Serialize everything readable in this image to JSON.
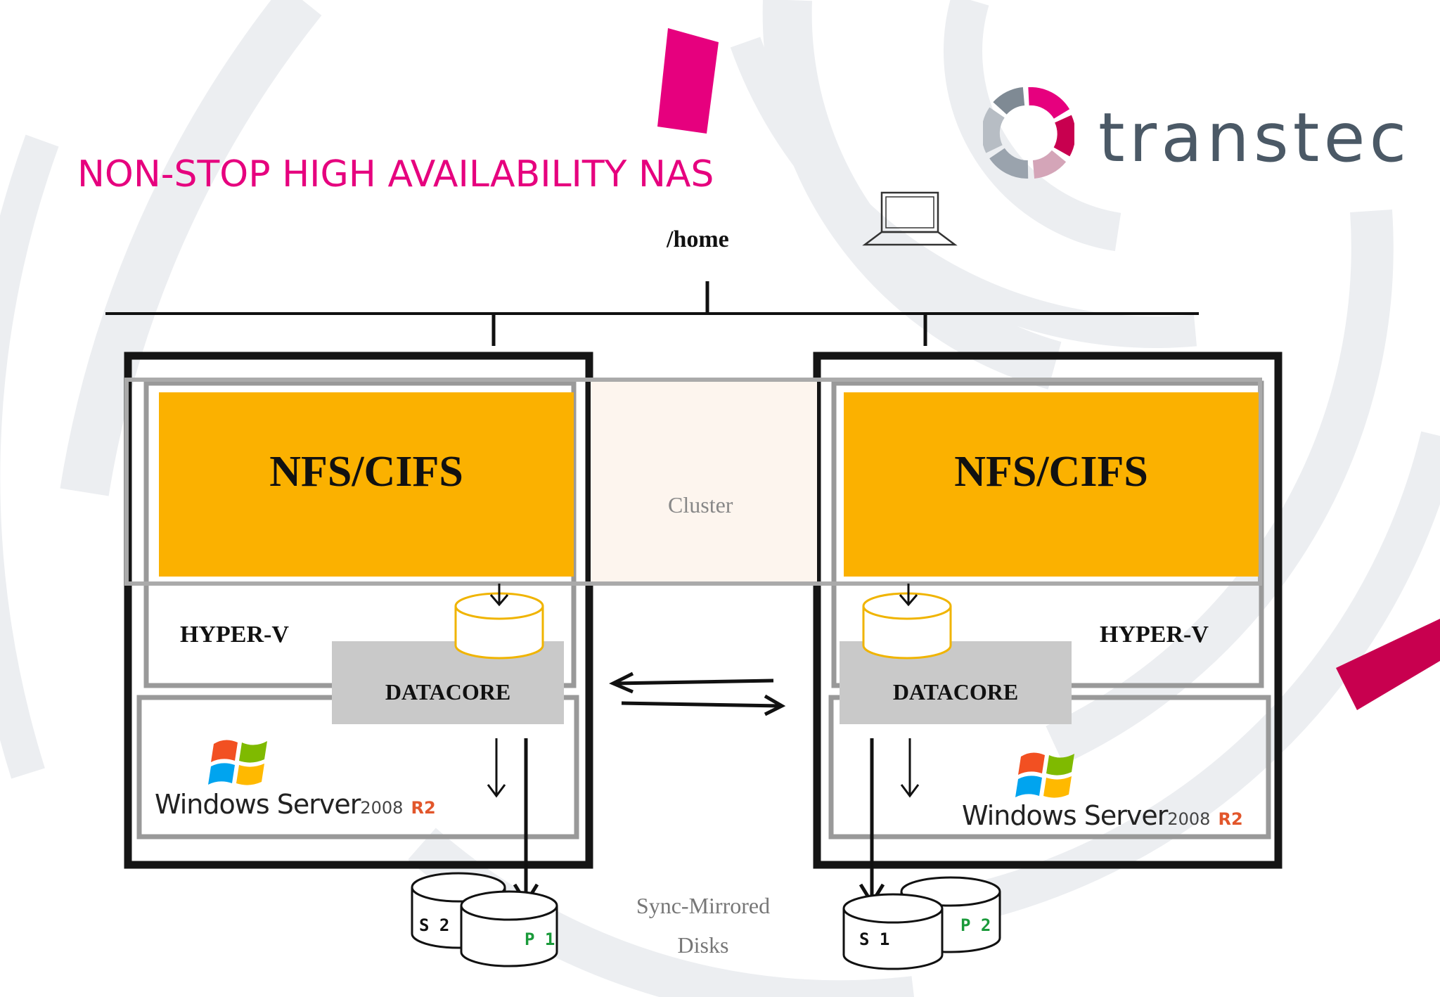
{
  "slide": {
    "title": "NON-STOP HIGH AVAILABILITY NAS",
    "brand": "transtec",
    "home_share": "/home",
    "cluster_label": "Cluster",
    "sync_label_line1": "Sync-Mirrored",
    "sync_label_line2": "Disks"
  },
  "nodes": [
    {
      "service": "NFS/CIFS",
      "hypervisor": "HYPER-V",
      "storage": "DATACORE",
      "os_name": "Windows Server",
      "os_version": "2008",
      "os_release": "R2",
      "disk_back": "S 2",
      "disk_front": "P 1"
    },
    {
      "service": "NFS/CIFS",
      "hypervisor": "HYPER-V",
      "storage": "DATACORE",
      "os_name": "Windows Server",
      "os_version": "2008",
      "os_release": "R2",
      "disk_back": "P 2",
      "disk_front": "S 1"
    }
  ],
  "colors": {
    "title": "#e6007e",
    "nfs_block": "#fbb100",
    "datacore_block": "#c9c9c9",
    "primary_disk_label": "#1a9a3a",
    "brand_text": "#4b5966",
    "ring_accent": "#e6007e"
  },
  "icons": [
    "laptop-icon",
    "windows-flag-icon",
    "transtec-logo-icon",
    "disk-icon"
  ]
}
